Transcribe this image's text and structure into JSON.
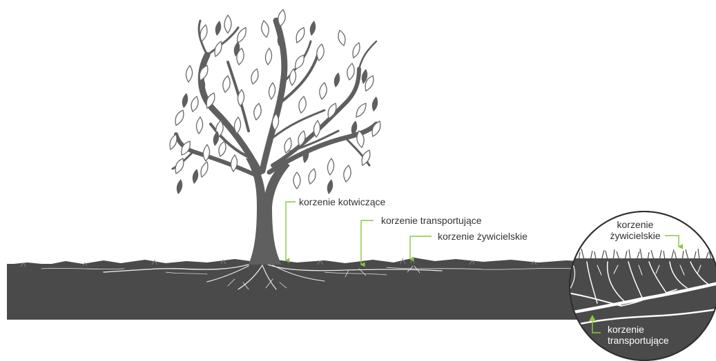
{
  "labels": {
    "anchor": "korzenie kotwiczące",
    "transport": "korzenie transportujące",
    "feeder": "korzenie żywicielskie"
  },
  "inset": {
    "feeder_line1": "korzenie",
    "feeder_line2": "żywicielskie",
    "transport_line1": "korzenie",
    "transport_line2": "transportujące"
  },
  "colors": {
    "ground": "#4a4a4b",
    "tree": "#5f5f60",
    "accent": "#8cc63f"
  }
}
